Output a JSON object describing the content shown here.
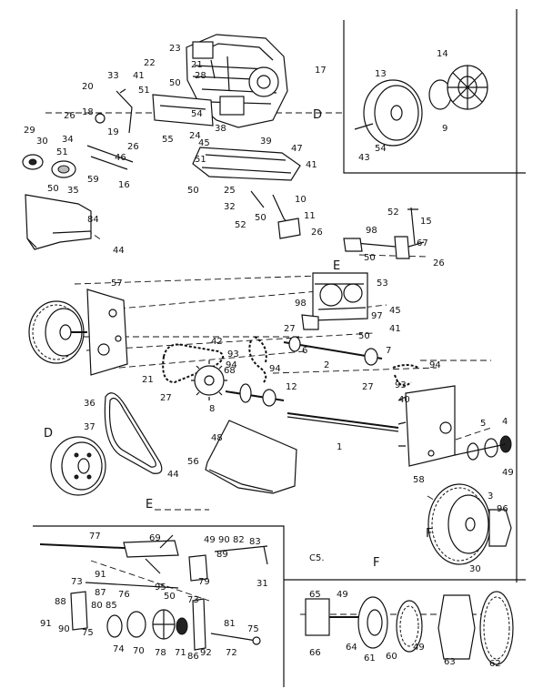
{
  "labels": [
    {
      "id": "23",
      "text": "23"
    },
    {
      "id": "22",
      "text": "22"
    },
    {
      "id": "21a",
      "text": "21"
    },
    {
      "id": "28",
      "text": "28"
    },
    {
      "id": "17",
      "text": "17"
    },
    {
      "id": "33",
      "text": "33"
    },
    {
      "id": "41a",
      "text": "41"
    },
    {
      "id": "20",
      "text": "20"
    },
    {
      "id": "51a",
      "text": "51"
    },
    {
      "id": "50a",
      "text": "50"
    },
    {
      "id": "18",
      "text": "18"
    },
    {
      "id": "26a",
      "text": "26"
    },
    {
      "id": "34",
      "text": "34"
    },
    {
      "id": "54a",
      "text": "54"
    },
    {
      "id": "38",
      "text": "38"
    },
    {
      "id": "19",
      "text": "19"
    },
    {
      "id": "29",
      "text": "29"
    },
    {
      "id": "30",
      "text": "30"
    },
    {
      "id": "55",
      "text": "55"
    },
    {
      "id": "24",
      "text": "24"
    },
    {
      "id": "39",
      "text": "39"
    },
    {
      "id": "45a",
      "text": "45"
    },
    {
      "id": "47",
      "text": "47"
    },
    {
      "id": "26b",
      "text": "26"
    },
    {
      "id": "51b",
      "text": "51"
    },
    {
      "id": "46",
      "text": "46"
    },
    {
      "id": "41b",
      "text": "41"
    },
    {
      "id": "51c",
      "text": "51"
    },
    {
      "id": "59",
      "text": "59"
    },
    {
      "id": "16",
      "text": "16"
    },
    {
      "id": "50b",
      "text": "50"
    },
    {
      "id": "35",
      "text": "35"
    },
    {
      "id": "50c",
      "text": "50"
    },
    {
      "id": "25",
      "text": "25"
    },
    {
      "id": "10",
      "text": "10"
    },
    {
      "id": "32",
      "text": "32"
    },
    {
      "id": "50d",
      "text": "50"
    },
    {
      "id": "11",
      "text": "11"
    },
    {
      "id": "52a",
      "text": "52"
    },
    {
      "id": "84",
      "text": "84"
    },
    {
      "id": "44a",
      "text": "44"
    },
    {
      "id": "26c",
      "text": "26"
    },
    {
      "id": "52b",
      "text": "52"
    },
    {
      "id": "98a",
      "text": "98"
    },
    {
      "id": "15",
      "text": "15"
    },
    {
      "id": "67",
      "text": "67"
    },
    {
      "id": "50e",
      "text": "50"
    },
    {
      "id": "26d",
      "text": "26"
    },
    {
      "id": "E1",
      "text": "E"
    },
    {
      "id": "53",
      "text": "53"
    },
    {
      "id": "57",
      "text": "57"
    },
    {
      "id": "98b",
      "text": "98"
    },
    {
      "id": "45b",
      "text": "45"
    },
    {
      "id": "97",
      "text": "97"
    },
    {
      "id": "41c",
      "text": "41"
    },
    {
      "id": "50f",
      "text": "50"
    },
    {
      "id": "42",
      "text": "42"
    },
    {
      "id": "93a",
      "text": "93"
    },
    {
      "id": "27a",
      "text": "27"
    },
    {
      "id": "6",
      "text": "6"
    },
    {
      "id": "7",
      "text": "7"
    },
    {
      "id": "94a",
      "text": "94"
    },
    {
      "id": "94b",
      "text": "94"
    },
    {
      "id": "21b",
      "text": "21"
    },
    {
      "id": "68",
      "text": "68"
    },
    {
      "id": "2",
      "text": "2"
    },
    {
      "id": "94c",
      "text": "94"
    },
    {
      "id": "27b",
      "text": "27"
    },
    {
      "id": "12",
      "text": "12"
    },
    {
      "id": "27c",
      "text": "27"
    },
    {
      "id": "93b",
      "text": "93"
    },
    {
      "id": "40",
      "text": "40"
    },
    {
      "id": "8",
      "text": "8"
    },
    {
      "id": "36",
      "text": "36"
    },
    {
      "id": "37",
      "text": "37"
    },
    {
      "id": "48",
      "text": "48"
    },
    {
      "id": "1",
      "text": "1"
    },
    {
      "id": "5",
      "text": "5"
    },
    {
      "id": "4",
      "text": "4"
    },
    {
      "id": "D1",
      "text": "D"
    },
    {
      "id": "49a",
      "text": "49"
    },
    {
      "id": "56",
      "text": "56"
    },
    {
      "id": "44b",
      "text": "44"
    },
    {
      "id": "58",
      "text": "58"
    },
    {
      "id": "3",
      "text": "3"
    },
    {
      "id": "96",
      "text": "96"
    },
    {
      "id": "E2",
      "text": "E"
    },
    {
      "id": "F1",
      "text": "F"
    },
    {
      "id": "30b",
      "text": "30"
    },
    {
      "id": "D2",
      "text": "D"
    },
    {
      "id": "13",
      "text": "13"
    },
    {
      "id": "14",
      "text": "14"
    },
    {
      "id": "9",
      "text": "9"
    },
    {
      "id": "54b",
      "text": "54"
    },
    {
      "id": "43",
      "text": "43"
    },
    {
      "id": "77",
      "text": "77"
    },
    {
      "id": "69",
      "text": "69"
    },
    {
      "id": "49b",
      "text": "49"
    },
    {
      "id": "90a",
      "text": "90"
    },
    {
      "id": "82",
      "text": "82"
    },
    {
      "id": "83",
      "text": "83"
    },
    {
      "id": "89",
      "text": "89"
    },
    {
      "id": "91a",
      "text": "91"
    },
    {
      "id": "79",
      "text": "79"
    },
    {
      "id": "31",
      "text": "31"
    },
    {
      "id": "95",
      "text": "95"
    },
    {
      "id": "50g",
      "text": "50"
    },
    {
      "id": "73a",
      "text": "73"
    },
    {
      "id": "87",
      "text": "87"
    },
    {
      "id": "76",
      "text": "76"
    },
    {
      "id": "73b",
      "text": "73"
    },
    {
      "id": "88",
      "text": "88"
    },
    {
      "id": "80",
      "text": "80"
    },
    {
      "id": "85",
      "text": "85"
    },
    {
      "id": "91b",
      "text": "91"
    },
    {
      "id": "90b",
      "text": "90"
    },
    {
      "id": "75a",
      "text": "75"
    },
    {
      "id": "74",
      "text": "74"
    },
    {
      "id": "70",
      "text": "70"
    },
    {
      "id": "78",
      "text": "78"
    },
    {
      "id": "71",
      "text": "71"
    },
    {
      "id": "86",
      "text": "86"
    },
    {
      "id": "92",
      "text": "92"
    },
    {
      "id": "81",
      "text": "81"
    },
    {
      "id": "75b",
      "text": "75"
    },
    {
      "id": "72",
      "text": "72"
    },
    {
      "id": "C5",
      "text": "C5."
    },
    {
      "id": "F2",
      "text": "F"
    },
    {
      "id": "65",
      "text": "65"
    },
    {
      "id": "49c",
      "text": "49"
    },
    {
      "id": "66",
      "text": "66"
    },
    {
      "id": "64",
      "text": "64"
    },
    {
      "id": "61",
      "text": "61"
    },
    {
      "id": "60",
      "text": "60"
    },
    {
      "id": "49d",
      "text": "49"
    },
    {
      "id": "63",
      "text": "63"
    },
    {
      "id": "62",
      "text": "62"
    }
  ]
}
